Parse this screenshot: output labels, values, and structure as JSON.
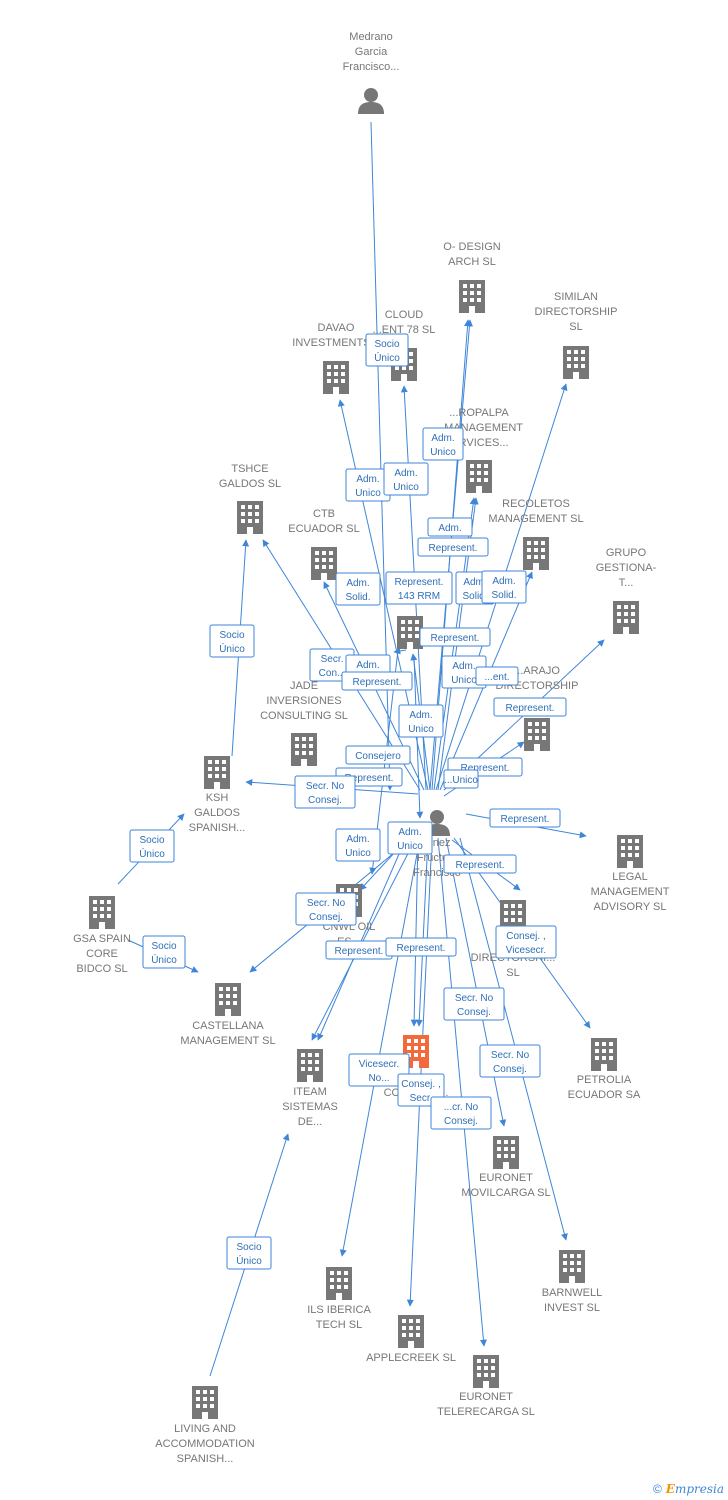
{
  "colors": {
    "edge": "#3f86d8",
    "node": "#777777",
    "highlight": "#f26a3c",
    "label": "#777777"
  },
  "nodes": [
    {
      "id": "medrano",
      "kind": "person",
      "lines": [
        "Medrano",
        "Garcia",
        "Francisco..."
      ]
    },
    {
      "id": "center",
      "kind": "person",
      "lines": [
        "...nez",
        "Fructu...",
        "Francisco"
      ]
    },
    {
      "id": "odesign",
      "kind": "building",
      "lines": [
        "O- DESIGN",
        "ARCH  SL"
      ]
    },
    {
      "id": "similan",
      "kind": "building",
      "lines": [
        "SIMILAN",
        "DIRECTORSHIP",
        "SL"
      ]
    },
    {
      "id": "cloud",
      "kind": "building",
      "lines": [
        "CLOUD",
        "...ENT 78  SL"
      ]
    },
    {
      "id": "davao",
      "kind": "building",
      "lines": [
        "DAVAO",
        "INVESTMENTS..."
      ]
    },
    {
      "id": "ropalpa",
      "kind": "building",
      "lines": [
        "...ROPALPA",
        "...MANAGEMENT",
        "...RVICES..."
      ]
    },
    {
      "id": "tshce",
      "kind": "building",
      "lines": [
        "TSHCE",
        "GALDOS  SL"
      ]
    },
    {
      "id": "ctb",
      "kind": "building",
      "lines": [
        "CTB",
        "ECUADOR  SL"
      ]
    },
    {
      "id": "recoletos",
      "kind": "building",
      "lines": [
        "RECOLETOS",
        "MANAGEMENT SL"
      ]
    },
    {
      "id": "grupo",
      "kind": "building",
      "lines": [
        "GRUPO",
        "GESTIONA-",
        "T..."
      ]
    },
    {
      "id": "mid",
      "kind": "building",
      "lines": []
    },
    {
      "id": "arajo",
      "kind": "building",
      "lines": [
        "...ARAJO",
        "DIRECTORSHIP"
      ]
    },
    {
      "id": "jade",
      "kind": "building",
      "lines": [
        "JADE",
        "INVERSIONES",
        "CONSULTING SL"
      ]
    },
    {
      "id": "ksh",
      "kind": "building",
      "lines": [
        "KSH",
        "GALDOS",
        "SPANISH..."
      ]
    },
    {
      "id": "legal",
      "kind": "building",
      "lines": [
        "LEGAL",
        "MANAGEMENT",
        "ADVISORY  SL"
      ]
    },
    {
      "id": "gsa",
      "kind": "building",
      "lines": [
        "GSA SPAIN",
        "CORE",
        "BIDCO  SL"
      ]
    },
    {
      "id": "cnwl",
      "kind": "building",
      "lines": [
        "CNWL OIL",
        "ES..."
      ]
    },
    {
      "id": "madir",
      "kind": "building",
      "lines": [
        "MA...",
        "DIRECTORSHI...",
        "SL"
      ]
    },
    {
      "id": "castellana",
      "kind": "building",
      "lines": [
        "CASTELLANA",
        "MANAGEMENT SL"
      ]
    },
    {
      "id": "petrolia",
      "kind": "building",
      "lines": [
        "PETROLIA",
        "ECUADOR SA"
      ]
    },
    {
      "id": "iteam",
      "kind": "building",
      "lines": [
        "ITEAM",
        "SISTEMAS",
        "DE..."
      ]
    },
    {
      "id": "corpora",
      "kind": "building",
      "highlight": true,
      "lines": [
        "...",
        "CORPORA..."
      ]
    },
    {
      "id": "euronetm",
      "kind": "building",
      "lines": [
        "EURONET",
        "MOVILCARGA SL"
      ]
    },
    {
      "id": "barnwell",
      "kind": "building",
      "lines": [
        "BARNWELL",
        "INVEST  SL"
      ]
    },
    {
      "id": "ils",
      "kind": "building",
      "lines": [
        "ILS IBERICA",
        "TECH  SL"
      ]
    },
    {
      "id": "applecreek",
      "kind": "building",
      "lines": [
        "APPLECREEK SL"
      ]
    },
    {
      "id": "euronett",
      "kind": "building",
      "lines": [
        "EURONET",
        "TELERECARGA SL"
      ]
    },
    {
      "id": "living",
      "kind": "building",
      "lines": [
        "LIVING AND",
        "ACCOMMODATION",
        "SPANISH..."
      ]
    }
  ],
  "relations": [
    {
      "lines": [
        "Socio",
        "Único"
      ]
    },
    {
      "lines": [
        "Adm.",
        "Unico"
      ]
    },
    {
      "lines": [
        "Adm.",
        "Unico"
      ]
    },
    {
      "lines": [
        "Adm.",
        "Unico"
      ]
    },
    {
      "lines": [
        "Adm."
      ]
    },
    {
      "lines": [
        "Represent."
      ]
    },
    {
      "lines": [
        "Adm.",
        "Solid."
      ]
    },
    {
      "lines": [
        "Represent.",
        "143 RRM"
      ]
    },
    {
      "lines": [
        "Adm.",
        "Solid."
      ]
    },
    {
      "lines": [
        "Adm.",
        "Solid."
      ]
    },
    {
      "lines": [
        "Represent."
      ]
    },
    {
      "lines": [
        "Secr.",
        "Con..."
      ]
    },
    {
      "lines": [
        "Adm."
      ]
    },
    {
      "lines": [
        "Represent."
      ]
    },
    {
      "lines": [
        "Adm.",
        "Unico"
      ]
    },
    {
      "lines": [
        "...ent."
      ]
    },
    {
      "lines": [
        "Represent."
      ]
    },
    {
      "lines": [
        "Adm.",
        "Unico"
      ]
    },
    {
      "lines": [
        "Socio",
        "Único"
      ]
    },
    {
      "lines": [
        "Consejero"
      ]
    },
    {
      "lines": [
        "Represent."
      ]
    },
    {
      "lines": [
        "Represent."
      ]
    },
    {
      "lines": [
        "...Unico"
      ]
    },
    {
      "lines": [
        "Secr.  No",
        "Consej."
      ]
    },
    {
      "lines": [
        "Represent."
      ]
    },
    {
      "lines": [
        "Socio",
        "Único"
      ]
    },
    {
      "lines": [
        "Adm.",
        "Unico"
      ]
    },
    {
      "lines": [
        "Adm.",
        "Unico"
      ]
    },
    {
      "lines": [
        "Represent."
      ]
    },
    {
      "lines": [
        "Secr.  No",
        "Consej."
      ]
    },
    {
      "lines": [
        "Socio",
        "Único"
      ]
    },
    {
      "lines": [
        "Represent."
      ]
    },
    {
      "lines": [
        "Represent."
      ]
    },
    {
      "lines": [
        "Consej. ,",
        "Vicesecr."
      ]
    },
    {
      "lines": [
        "Secr.  No",
        "Consej."
      ]
    },
    {
      "lines": [
        "Secr.  No",
        "Consej."
      ]
    },
    {
      "lines": [
        "Vicesecr.",
        "No..."
      ]
    },
    {
      "lines": [
        "Consej. ,",
        "Secr."
      ]
    },
    {
      "lines": [
        "...cr.  No",
        "Consej."
      ]
    },
    {
      "lines": [
        "Socio",
        "Único"
      ]
    }
  ],
  "footer": {
    "copyright": "©",
    "brand_e": "E",
    "brand_rest": "mpresia"
  }
}
